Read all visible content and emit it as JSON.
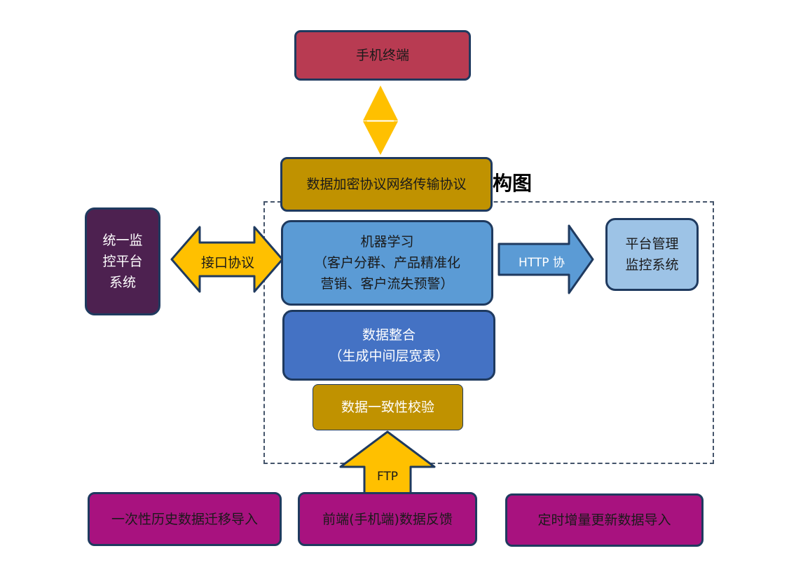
{
  "diagram": {
    "title_fragment": "架构图",
    "mobile_terminal": "手机终端",
    "encryption_protocol": "数据加密协议网络传输协议",
    "unified_monitor": [
      "统一监",
      "控平台",
      "系统"
    ],
    "interface_protocol": "接口协议",
    "machine_learning": [
      "机器学习",
      "（客户分群、产品精准化",
      "营销、客户流失预警）"
    ],
    "http_label": "HTTP 协",
    "platform_monitor": [
      "平台管理",
      "监控系统"
    ],
    "data_integration": [
      "数据整合",
      "（生成中间层宽表）"
    ],
    "consistency_check": "数据一致性校验",
    "ftp_label": "FTP",
    "sources": [
      "一次性历史数据迁移导入",
      "前端(手机端)数据反馈",
      "定时增量更新数据导入"
    ]
  },
  "colors": {
    "crimson": "#b83b52",
    "gold": "#c09200",
    "amber": "#ffc000",
    "plum": "#4d2150",
    "mid_blue": "#5b9bd5",
    "light_blue": "#9dc3e6",
    "royal_blue": "#4472c4",
    "magenta": "#a8127f",
    "navy_border": "#1f3a5f"
  }
}
